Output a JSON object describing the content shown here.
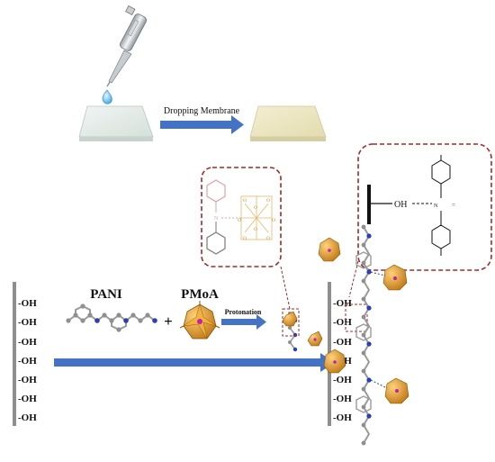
{
  "top": {
    "arrow_label": "Dropping Membrane"
  },
  "middle": {
    "pani_label": "PANI",
    "plus_sign": "+",
    "pmoa_label": "PMoA",
    "protonation_label": "Protonation"
  },
  "surface": {
    "left_groups": [
      "-OH",
      "-OH",
      "-OH",
      "-OH",
      "-OH",
      "-OH",
      "-OH"
    ],
    "right_groups": [
      "-OH",
      "-OH",
      "-OH",
      "-OH",
      "-OH",
      "-OH",
      "-OH"
    ]
  },
  "zoom_right": {
    "oh_label": "OH",
    "n_label": "N",
    "minus_label": "="
  },
  "zoom_left": {
    "n_label": "N",
    "o_labels": [
      "O",
      "O",
      "O",
      "O",
      "O",
      "O",
      "O",
      "O"
    ]
  },
  "colors": {
    "arrow_blue": "#4472c4",
    "dashed_red": "#a12a2a",
    "polyoxometalate": "#e09a1e",
    "pani_gray": "#8a8a8a",
    "nitrogen_blue": "#2a3fb0",
    "membrane_left": "#e2ebe6",
    "membrane_right": "#ece6bf"
  },
  "icons": [
    "pipette-icon",
    "droplet-icon",
    "pani-molecule-icon",
    "pmoa-cluster-icon"
  ]
}
